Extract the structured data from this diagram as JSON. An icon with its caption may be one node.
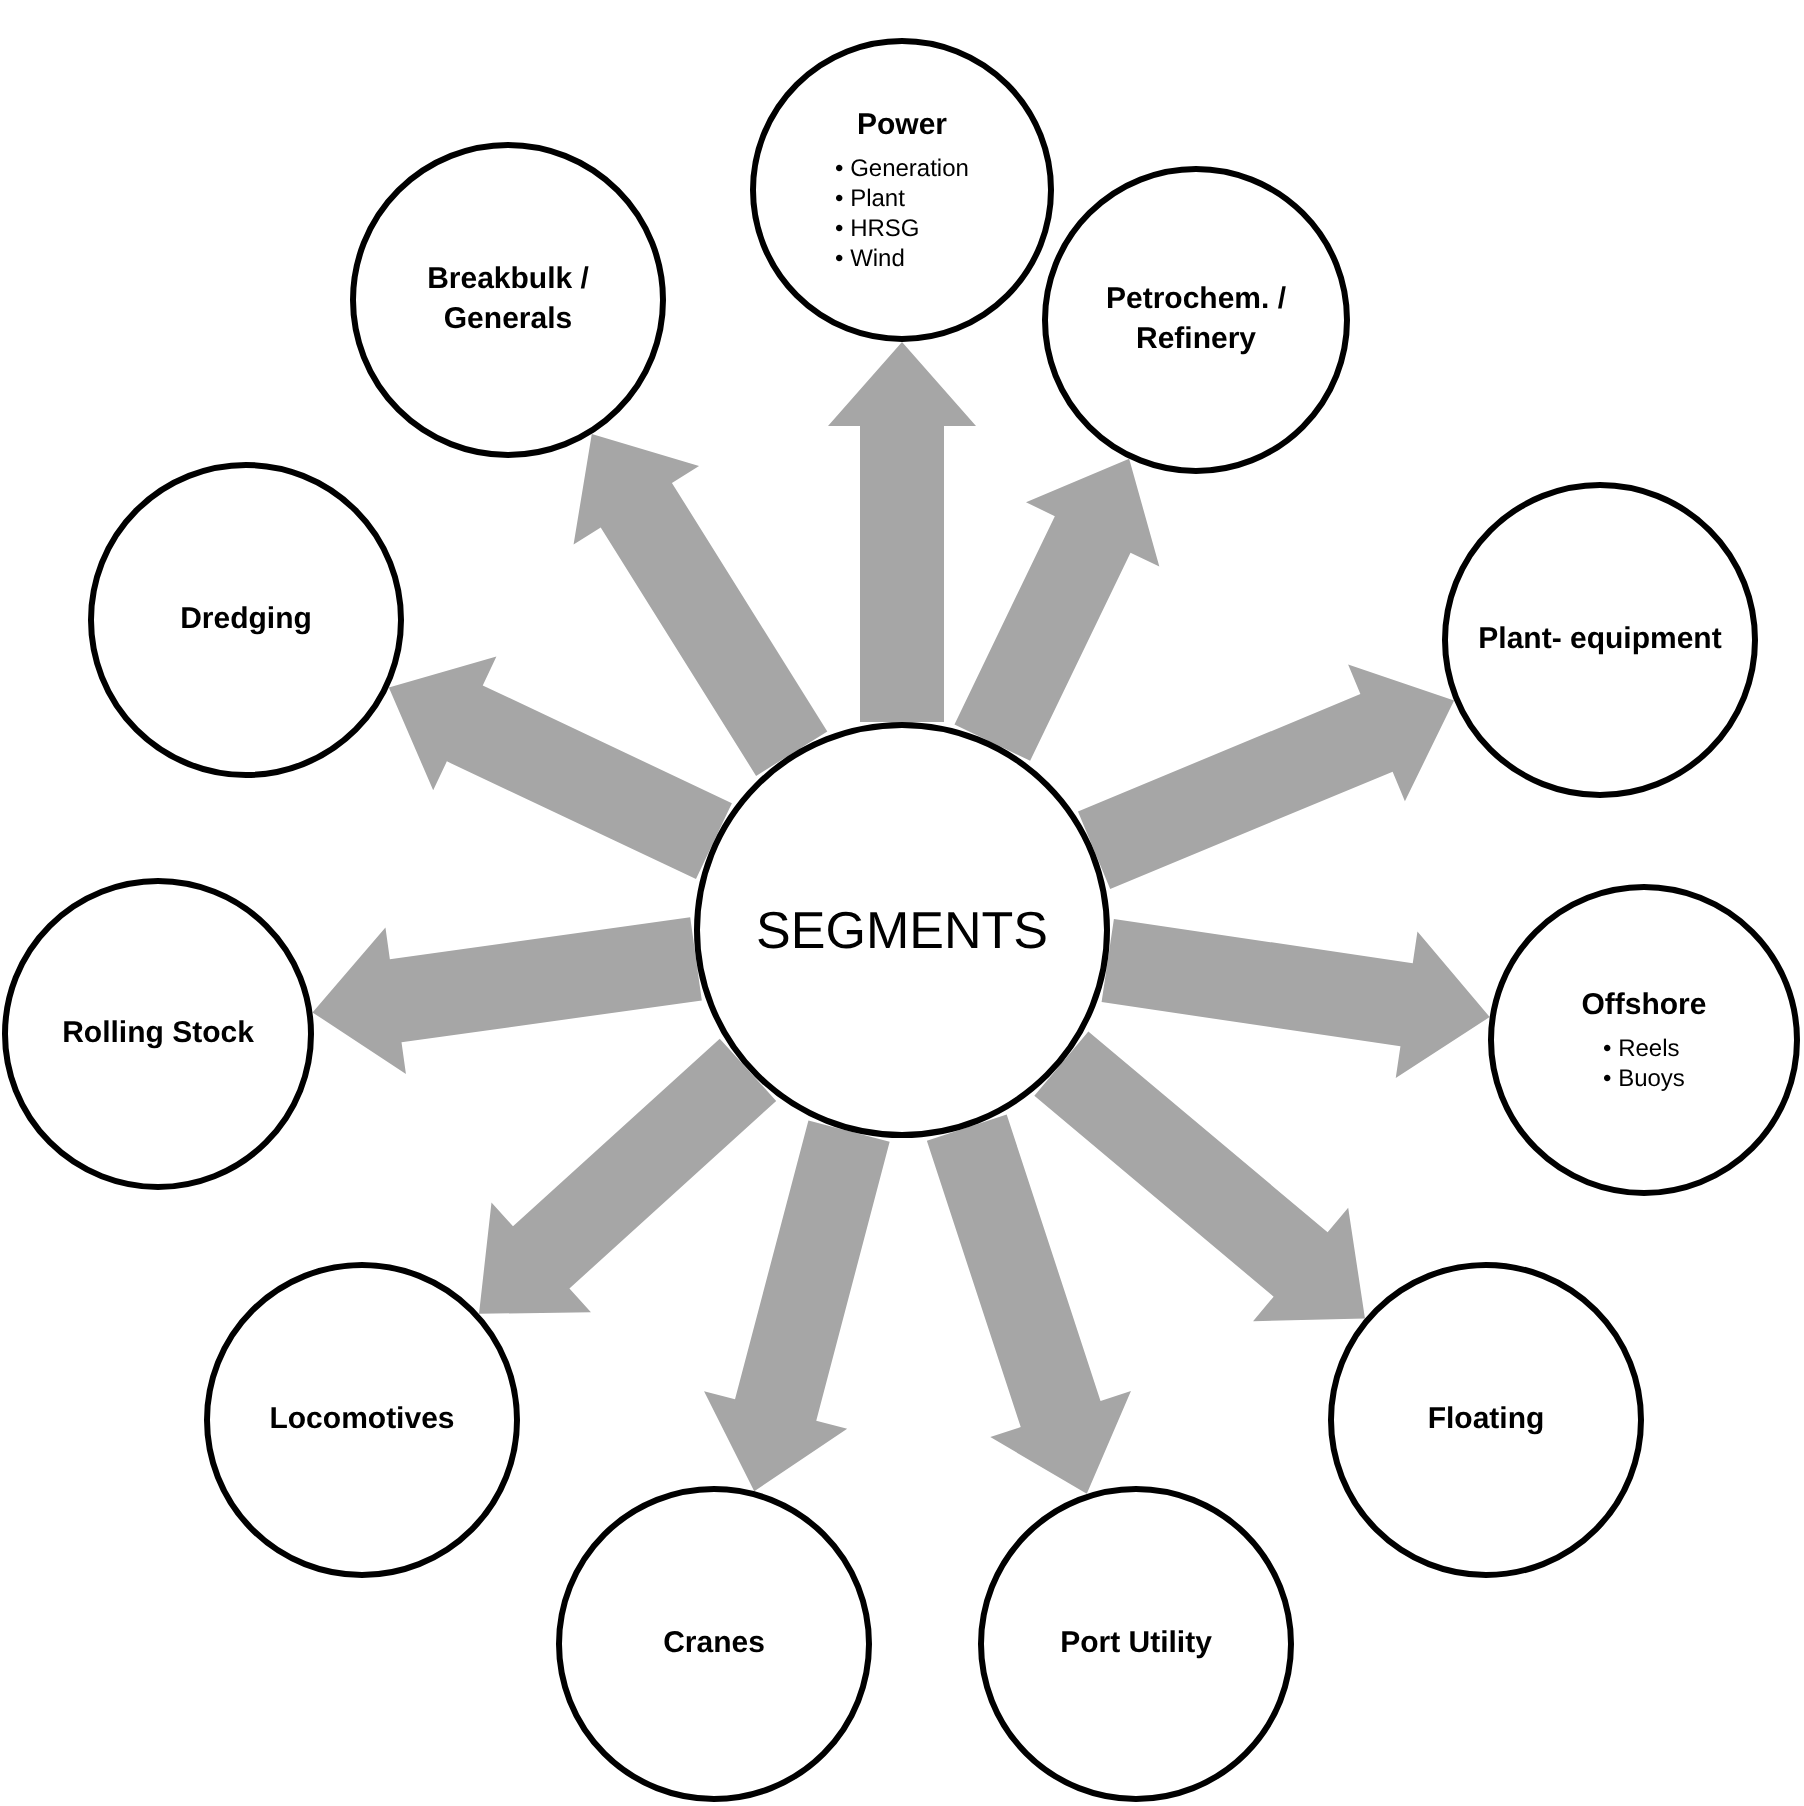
{
  "diagram": {
    "nodes": [
      {
        "text": [
          "SEGMENTS"
        ]
      },
      {
        "text": [
          "Power",
          "• Generation",
          "• Plant",
          "• HRSG",
          "• Wind"
        ]
      },
      {
        "text": [
          "Petrochem. / Refinery"
        ]
      },
      {
        "text": [
          "Plant- equipment"
        ]
      },
      {
        "text": [
          "Offshore",
          "• Reels",
          "• Buoys"
        ]
      },
      {
        "text": [
          "Floating"
        ]
      },
      {
        "text": [
          "Port Utility"
        ]
      },
      {
        "text": [
          "Cranes"
        ]
      },
      {
        "text": [
          "Locomotives"
        ]
      },
      {
        "text": [
          "Rolling Stock"
        ]
      },
      {
        "text": [
          "Dredging"
        ]
      },
      {
        "text": [
          "Breakbulk / Generals"
        ]
      }
    ],
    "edges": [
      {
        "from": 0,
        "to": 1,
        "arrow": "to"
      },
      {
        "from": 0,
        "to": 2,
        "arrow": "to"
      },
      {
        "from": 0,
        "to": 3,
        "arrow": "to"
      },
      {
        "from": 0,
        "to": 4,
        "arrow": "to"
      },
      {
        "from": 0,
        "to": 5,
        "arrow": "to"
      },
      {
        "from": 0,
        "to": 6,
        "arrow": "to"
      },
      {
        "from": 0,
        "to": 7,
        "arrow": "to"
      },
      {
        "from": 0,
        "to": 8,
        "arrow": "to"
      },
      {
        "from": 0,
        "to": 9,
        "arrow": "to"
      },
      {
        "from": 0,
        "to": 10,
        "arrow": "to"
      },
      {
        "from": 0,
        "to": 11,
        "arrow": "to"
      }
    ]
  }
}
